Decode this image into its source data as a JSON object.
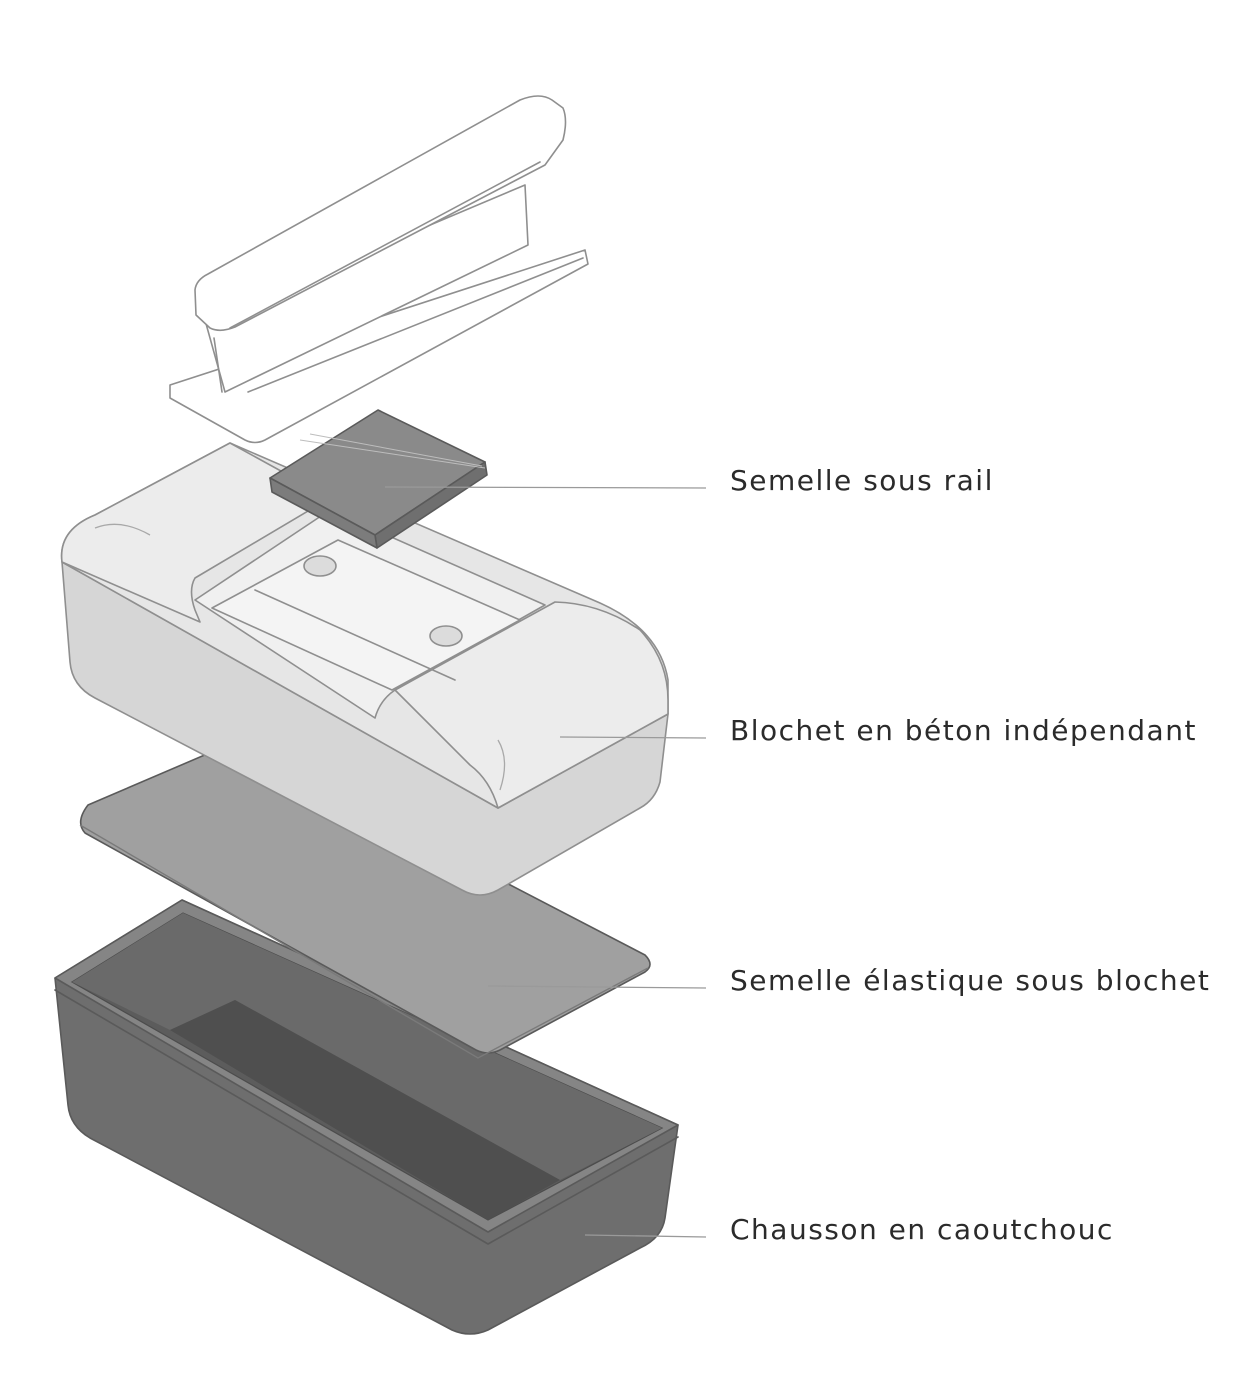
{
  "labels": {
    "rail_pad": "Semelle sous rail",
    "concrete_block": "Blochet en béton indépendant",
    "elastic_pad": "Semelle élastique sous blochet",
    "rubber_boot": "Chausson en caoutchouc"
  },
  "colors": {
    "rail": "#ffffff",
    "rail_pad": "#8a8a8a",
    "concrete_block_top": "#ececec",
    "concrete_block_side": "#d9d9d9",
    "elastic_pad": "#a3a3a3",
    "rubber_boot": "#767676",
    "rubber_boot_inner": "#5f5f5f",
    "leader_line": "#9a9a9a",
    "text": "#2b2b2b"
  }
}
